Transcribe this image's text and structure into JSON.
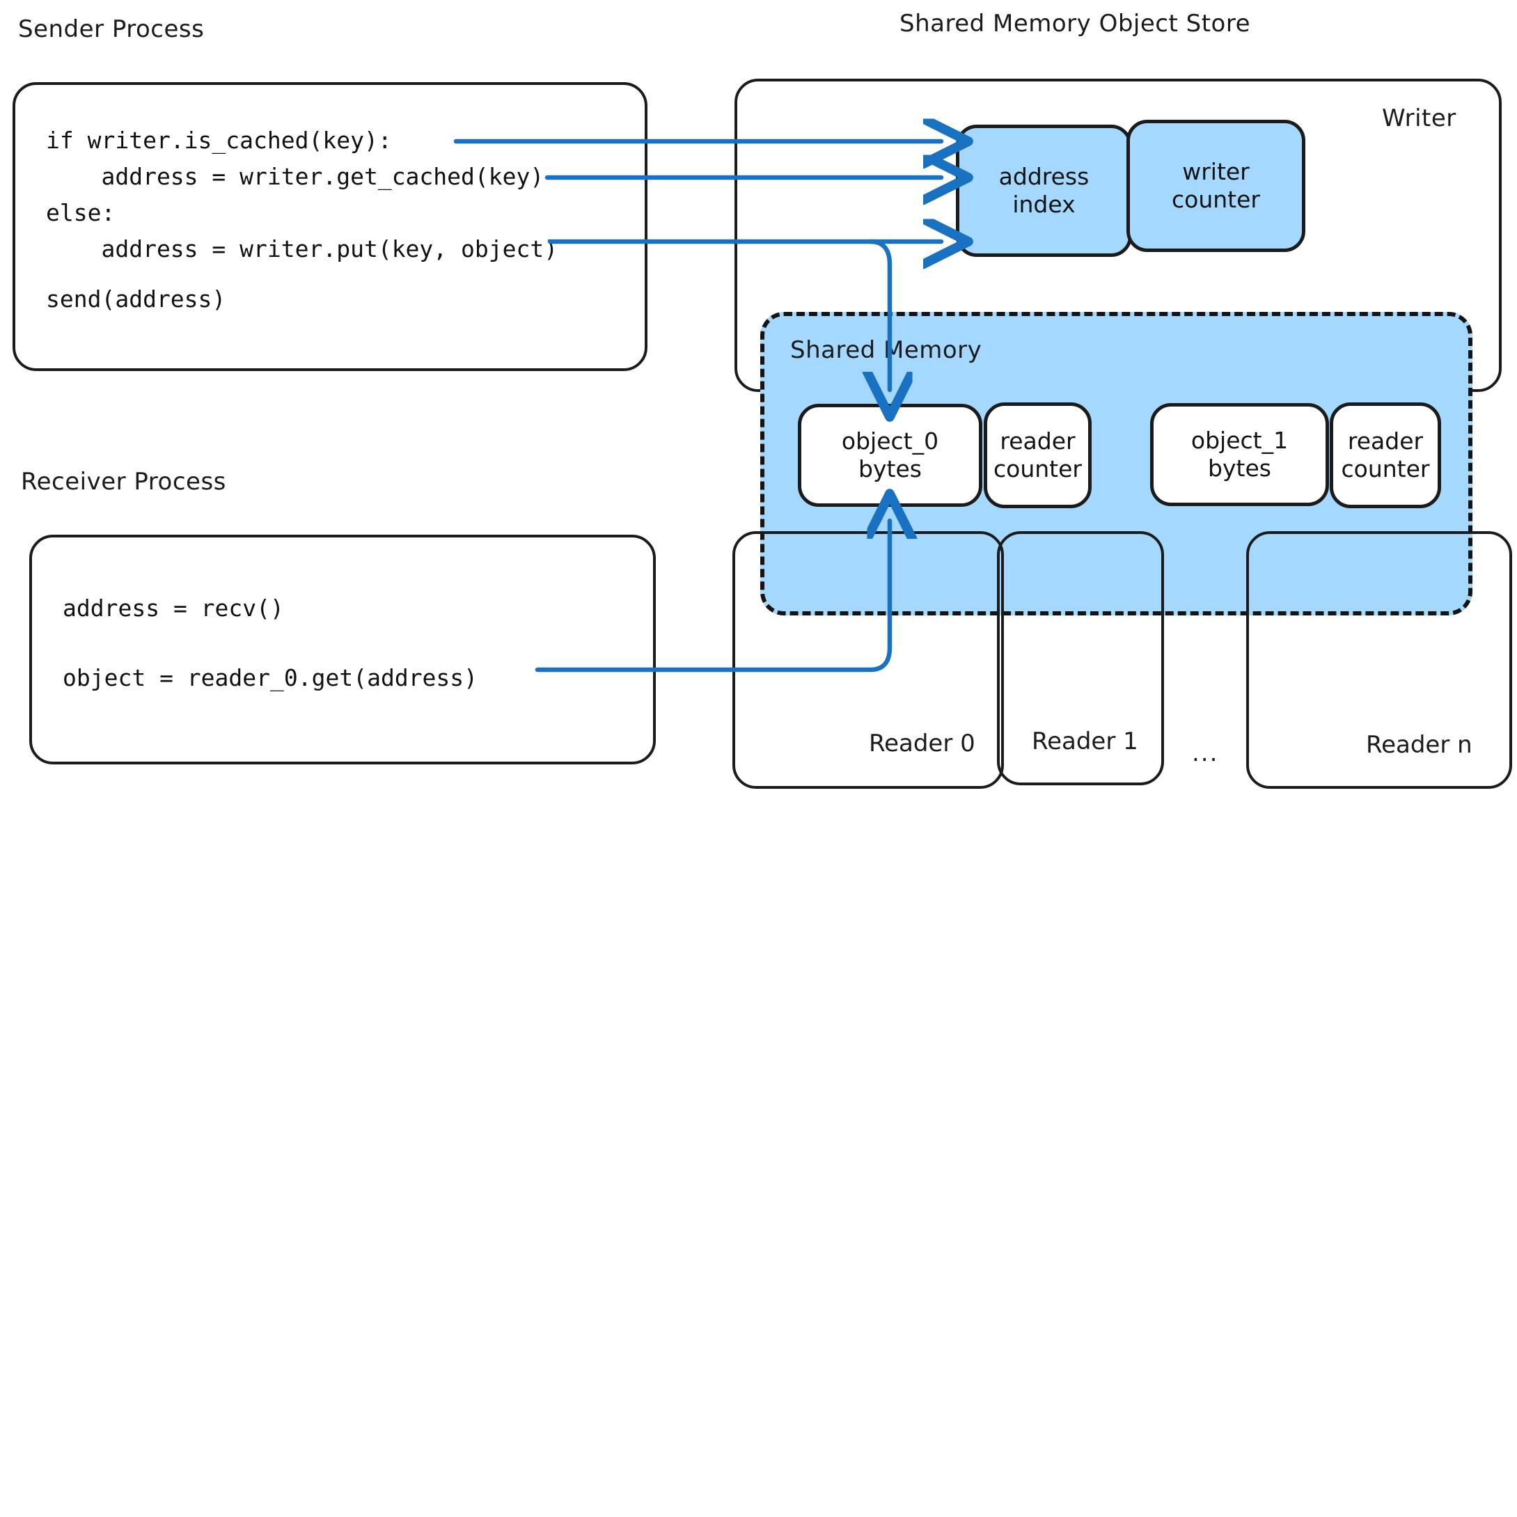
{
  "diagram": {
    "title_left_top": "Sender Process",
    "title_left_bottom": "Receiver Process",
    "title_right": "Shared Memory Object Store",
    "accent_blue": "#1971c2",
    "fill_blue": "#a5d8ff",
    "stroke_black": "#1b1b1b"
  },
  "sender": {
    "heading": "Sender Process",
    "code": [
      "if writer.is_cached(key):",
      "    address = writer.get_cached(key)",
      "else:",
      "    address = writer.put(key, object)",
      "",
      "send(address)"
    ]
  },
  "receiver": {
    "heading": "Receiver Process",
    "code": [
      "address = recv()",
      "object = reader_0.get(address)"
    ]
  },
  "store": {
    "heading": "Shared Memory Object Store",
    "writer_label": "Writer",
    "writer_cells": [
      {
        "line1": "address",
        "line2": "index"
      },
      {
        "line1": "writer",
        "line2": "counter"
      }
    ],
    "shared_memory_label": "Shared Memory",
    "slots": [
      {
        "object": {
          "line1": "object_0",
          "line2": "bytes"
        },
        "counter": {
          "line1": "reader",
          "line2": "counter"
        }
      },
      {
        "object": {
          "line1": "object_1",
          "line2": "bytes"
        },
        "counter": {
          "line1": "reader",
          "line2": "counter"
        }
      }
    ],
    "readers": [
      {
        "label": "Reader 0"
      },
      {
        "label": "Reader 1"
      },
      {
        "label": "Reader n"
      }
    ],
    "readers_ellipsis": "..."
  },
  "arrows": [
    {
      "name": "is-cached-to-address-index"
    },
    {
      "name": "get-cached-to-address-index"
    },
    {
      "name": "put-to-address-index-and-shared-memory"
    },
    {
      "name": "reader-get-to-object-0"
    }
  ]
}
